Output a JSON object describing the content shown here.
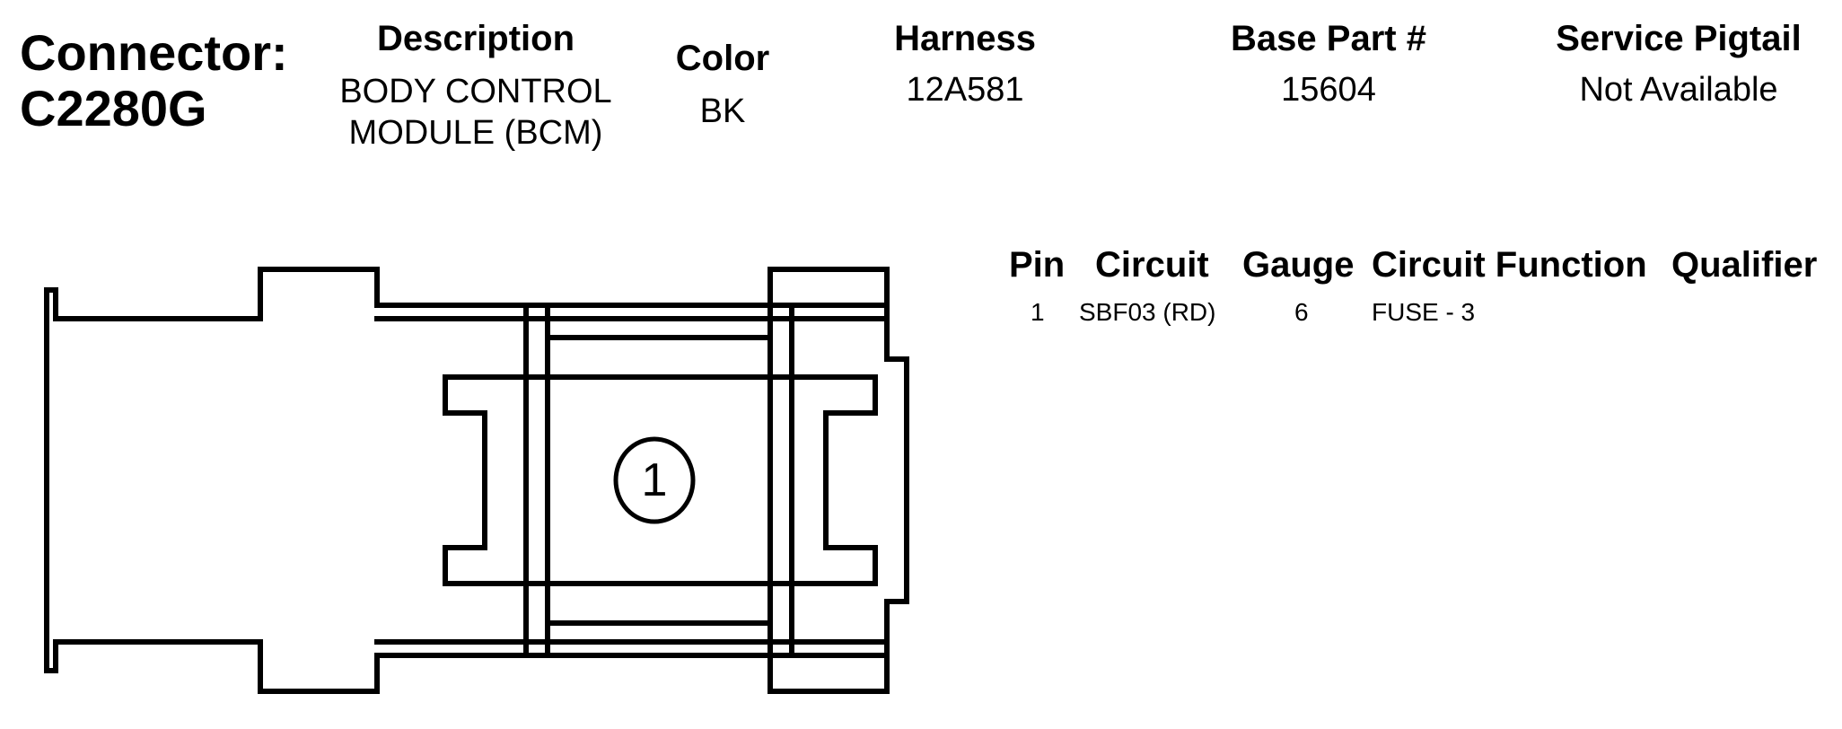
{
  "header": {
    "connector_label": "Connector:",
    "connector_id": "C2280G",
    "description_label": "Description",
    "description_line1": "BODY CONTROL",
    "description_line2": "MODULE (BCM)",
    "color_label": "Color",
    "color_value": "BK",
    "harness_label": "Harness",
    "harness_value": "12A581",
    "base_part_label": "Base Part #",
    "base_part_value": "15604",
    "service_pigtail_label": "Service Pigtail",
    "service_pigtail_value": "Not Available"
  },
  "pin_table": {
    "headers": {
      "pin": "Pin",
      "circuit": "Circuit",
      "gauge": "Gauge",
      "circuit_function": "Circuit Function",
      "qualifier": "Qualifier"
    },
    "rows": [
      {
        "pin": "1",
        "circuit": "SBF03 (RD)",
        "gauge": "6",
        "circuit_function": "FUSE - 3",
        "qualifier": ""
      }
    ]
  },
  "diagram": {
    "pin_labels": [
      "1"
    ],
    "line_color": "#000000"
  }
}
